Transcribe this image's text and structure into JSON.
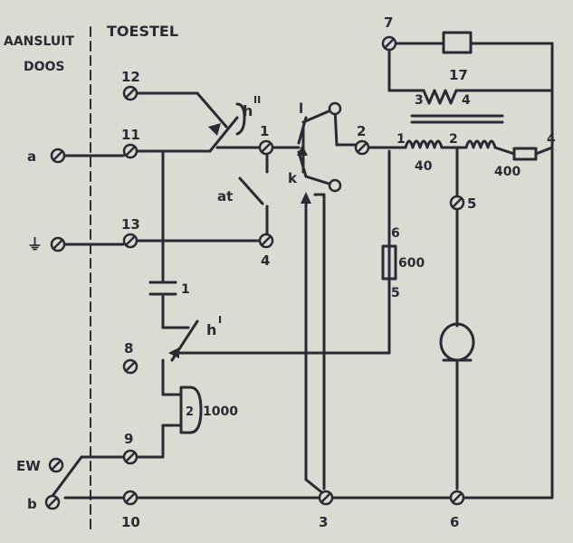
{
  "headers": {
    "left_line1": "AANSLUIT",
    "left_line2": "DOOS",
    "right": "TOESTEL"
  },
  "terminals": {
    "t12": "12",
    "t11": "11",
    "t13": "13",
    "t8": "8",
    "t9": "9",
    "t10": "10",
    "t1": "1",
    "t2": "2",
    "t4": "4",
    "t3": "3",
    "t5": "5",
    "t6": "6",
    "t7": "7",
    "a": "a",
    "ground": "⏚",
    "ew": "EW",
    "b": "b"
  },
  "components": {
    "hII": "h",
    "hII_sup": "II",
    "hI": "h",
    "hI_sup": "I",
    "at": "at",
    "l": "l",
    "k": "k",
    "cap": "1",
    "coil": "1000",
    "coil_num": "2",
    "r600": "600",
    "r600_top": "6",
    "r600_bot": "5",
    "r17": "17",
    "tr_left": "3",
    "tr_right": "4",
    "w1": "1",
    "w2": "2",
    "w4": "4",
    "w40": "40",
    "w400": "400"
  },
  "colors": {
    "ink": "#2a2a35",
    "paper": "#d8dcd2"
  }
}
